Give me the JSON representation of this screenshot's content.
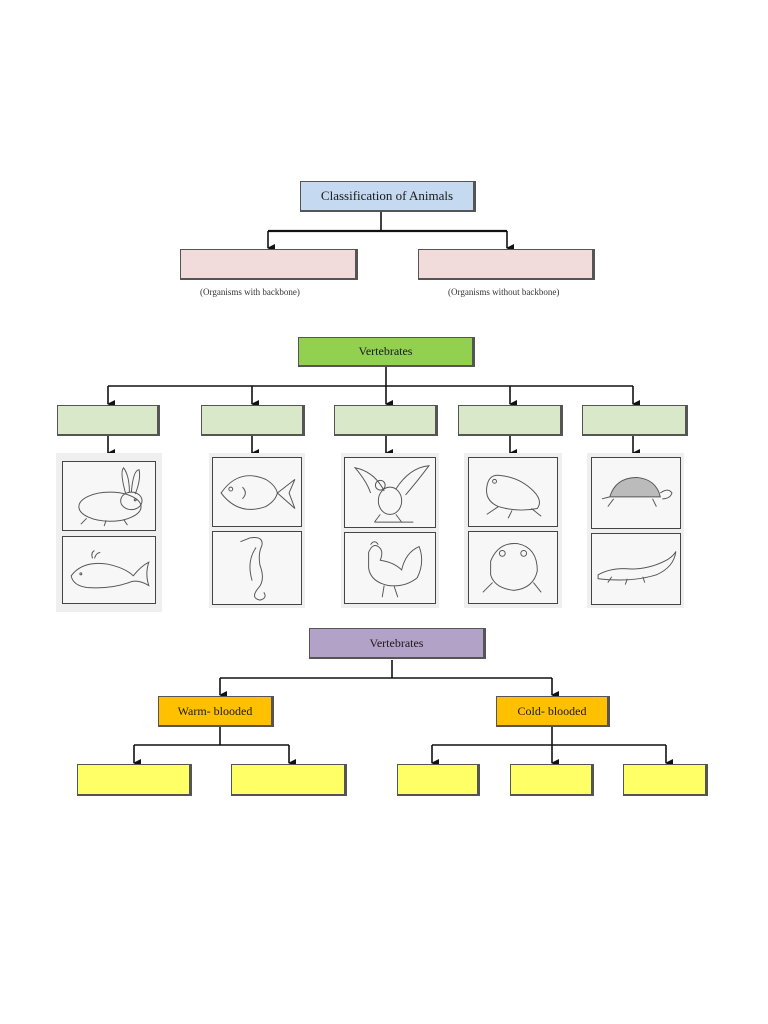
{
  "diagram1": {
    "title": "Classification of Animals",
    "left_caption": "(Organisms with backbone)",
    "right_caption": "(Organisms without backbone)"
  },
  "diagram2": {
    "title": "Vertebrates",
    "pictures": [
      [
        "rabbit",
        "whale"
      ],
      [
        "fish",
        "seahorse"
      ],
      [
        "eagle",
        "rooster"
      ],
      [
        "frog",
        "toad"
      ],
      [
        "turtle",
        "crocodile"
      ]
    ]
  },
  "diagram3": {
    "title": "Vertebrates",
    "warm": "Warm- blooded",
    "cold": "Cold- blooded"
  },
  "colors": {
    "title_blue": "#c5d9f1",
    "pink": "#f2dcdb",
    "green": "#92d050",
    "light_green": "#d8e8c8",
    "purple": "#b3a2c7",
    "orange": "#ffc000",
    "yellow": "#ffff66"
  }
}
